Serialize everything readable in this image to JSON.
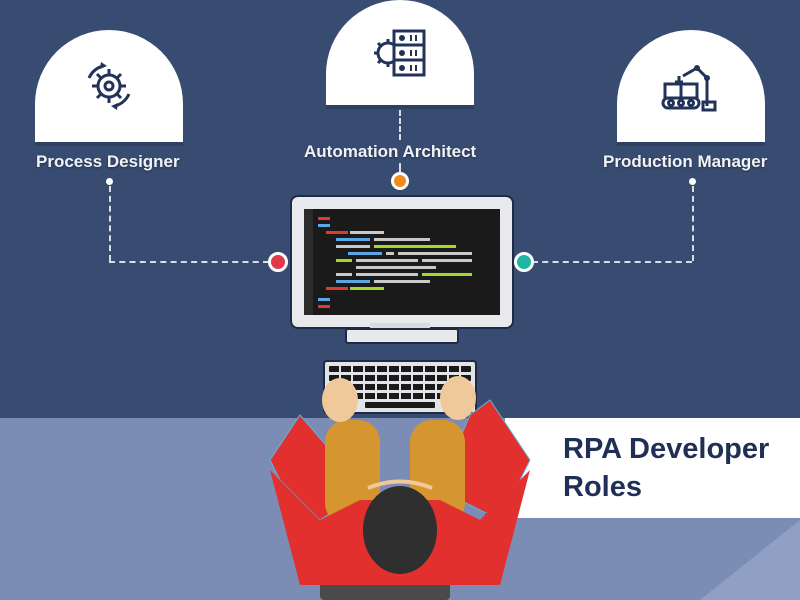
{
  "title": {
    "line1": "RPA Developer",
    "line2": "Roles"
  },
  "roles": [
    {
      "label": "Process Designer",
      "icon": "gear-cycle-icon",
      "node_color": "#e0394a"
    },
    {
      "label": "Automation Architect",
      "icon": "server-gear-icon",
      "node_color": "#f28a1e"
    },
    {
      "label": "Production Manager",
      "icon": "robotic-arm-conveyor-icon",
      "node_color": "#1fb6a5"
    }
  ],
  "colors": {
    "background_dark": "#384c72",
    "background_light": "#7b8db5",
    "title_text": "#1f2f55",
    "shirt": "#e2302f",
    "pants": "#d6962f",
    "code_red": "#e0392f",
    "code_blue": "#5aa7e6",
    "code_green": "#a3d92a",
    "code_gray": "#c9c9c9"
  }
}
